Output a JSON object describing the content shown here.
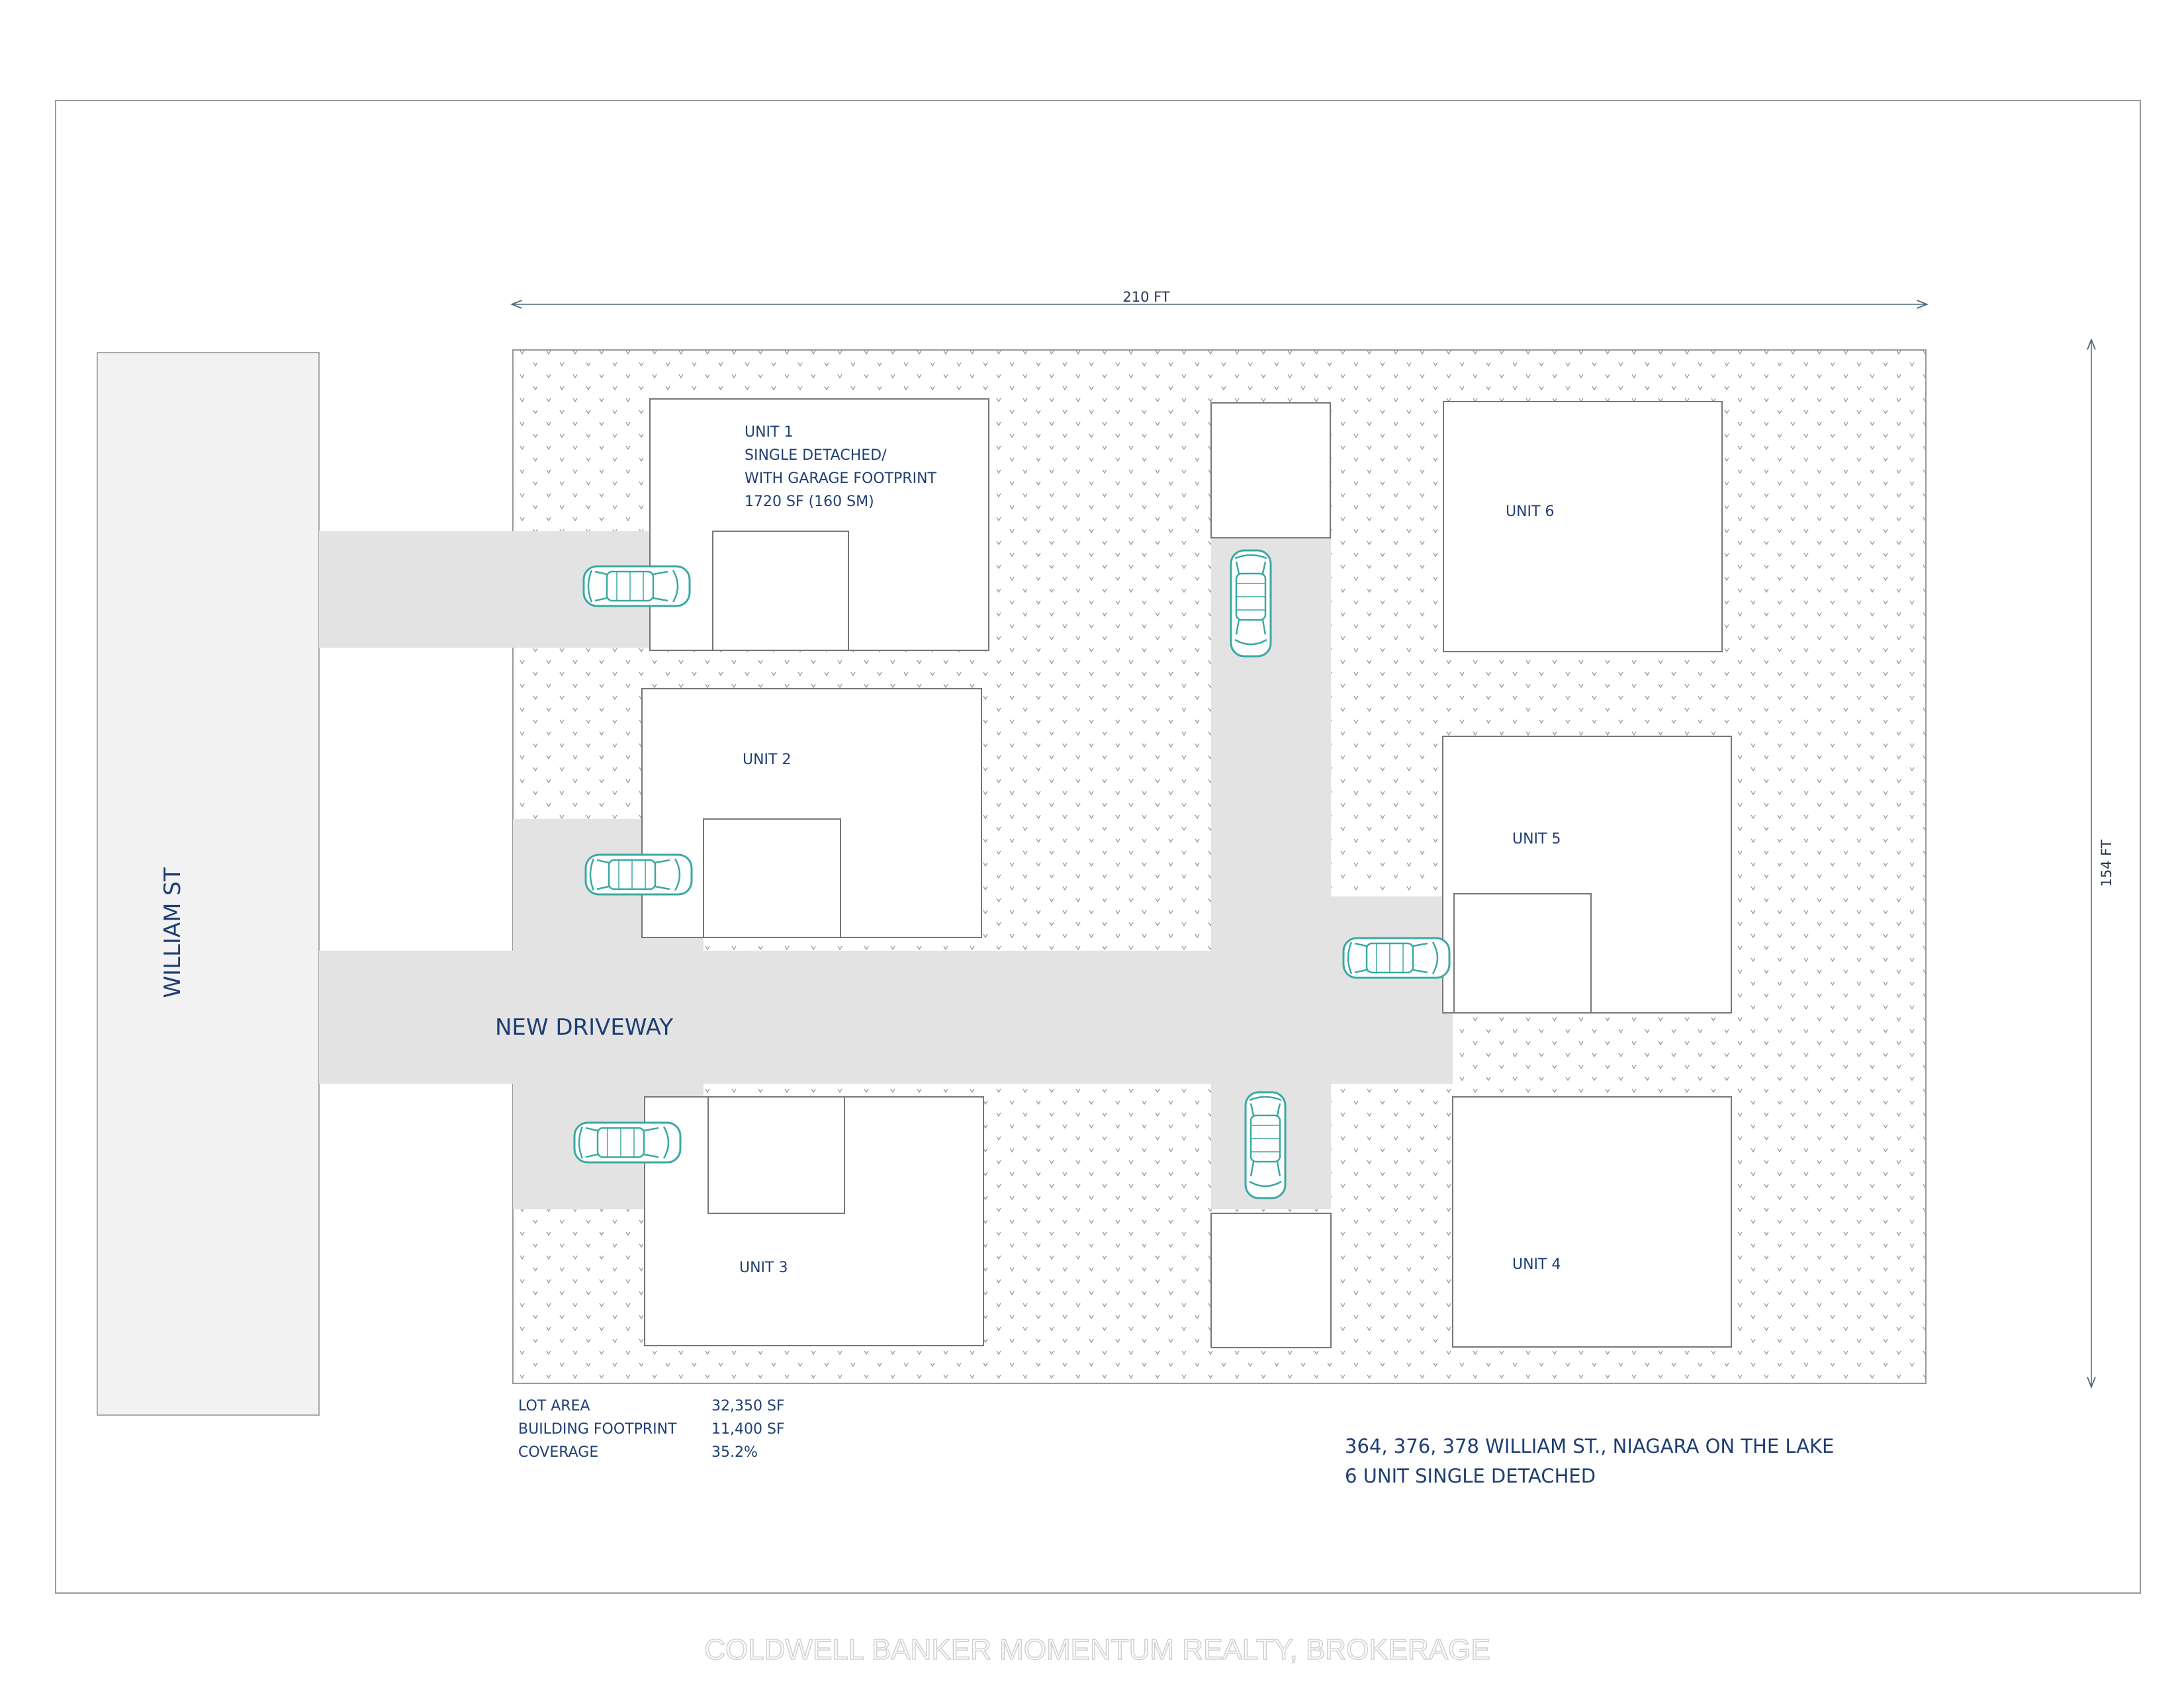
{
  "street": {
    "label": "WILLIAM ST"
  },
  "driveway": {
    "label": "NEW DRIVEWAY"
  },
  "dimensions": {
    "width_label": "210 FT",
    "depth_label": "154 FT"
  },
  "units": [
    {
      "id": "unit1",
      "lines": [
        "UNIT 1",
        "SINGLE DETACHED/",
        "WITH GARAGE FOOTPRINT",
        "1720 SF  (160 SM)"
      ]
    },
    {
      "id": "unit2",
      "lines": [
        "UNIT 2"
      ]
    },
    {
      "id": "unit3",
      "lines": [
        "UNIT 3"
      ]
    },
    {
      "id": "unit4",
      "lines": [
        "UNIT 4"
      ]
    },
    {
      "id": "unit5",
      "lines": [
        "UNIT 5"
      ]
    },
    {
      "id": "unit6",
      "lines": [
        "UNIT 6"
      ]
    }
  ],
  "stats": [
    {
      "label": "LOT AREA",
      "value": "32,350 SF"
    },
    {
      "label": "BUILDING FOOTPRINT",
      "value": "11,400 SF"
    },
    {
      "label": "COVERAGE",
      "value": "35.2%"
    }
  ],
  "project": {
    "address": "364, 376, 378 WILLIAM ST., NIAGARA ON THE LAKE",
    "description": "6 UNIT SINGLE DETACHED"
  },
  "watermark": "COLDWELL BANKER MOMENTUM REALTY, BROKERAGE",
  "colors": {
    "text": "#1f3f73",
    "car": "#3aa9a4",
    "paving": "#e3e3e3",
    "street": "#f2f2f2",
    "grass": "#9a9a9a"
  }
}
